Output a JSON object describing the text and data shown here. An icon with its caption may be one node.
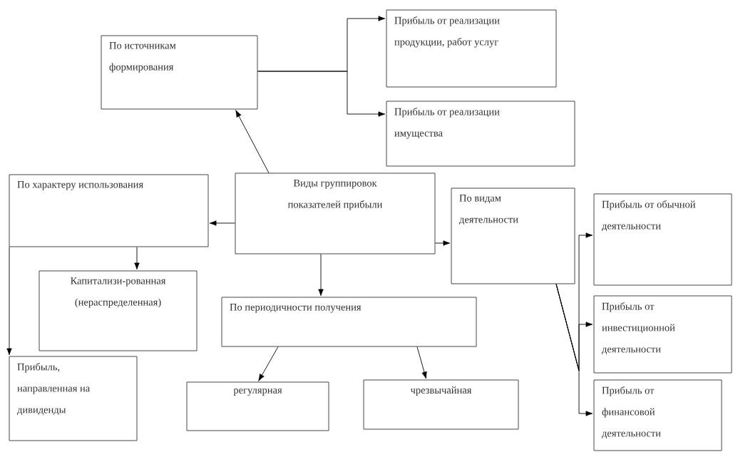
{
  "diagram": {
    "nodes": [
      {
        "text": [
          "Виды группировок показателей прибыли"
        ]
      },
      {
        "text": [
          "По источникам формирования"
        ]
      },
      {
        "text": [
          "Прибыль от реализации продукции, работ услуг"
        ]
      },
      {
        "text": [
          "Прибыль от реализации имущества"
        ]
      },
      {
        "text": [
          "По характеру использования"
        ]
      },
      {
        "text": [
          "Капитализи-рованная (нераспределенная)"
        ]
      },
      {
        "text": [
          "Прибыль, направленная на дивиденды"
        ]
      },
      {
        "text": [
          "По периодичности получения"
        ]
      },
      {
        "text": [
          "регулярная"
        ]
      },
      {
        "text": [
          "чрезвычайная"
        ]
      },
      {
        "text": [
          "По видам деятельности"
        ]
      },
      {
        "text": [
          "Прибыль от обычной деятельности"
        ]
      },
      {
        "text": [
          "Прибыль от инвестиционной деятельности"
        ]
      },
      {
        "text": [
          "Прибыль от финансовой деятельности"
        ]
      }
    ],
    "edges": [
      {
        "from": 0,
        "to": 1,
        "arrow": "to"
      },
      {
        "from": 1,
        "to": 2,
        "arrow": "to"
      },
      {
        "from": 1,
        "to": 3,
        "arrow": "to"
      },
      {
        "from": 0,
        "to": 4,
        "arrow": "to"
      },
      {
        "from": 4,
        "to": 5,
        "arrow": "to"
      },
      {
        "from": 4,
        "to": 6,
        "arrow": "to"
      },
      {
        "from": 0,
        "to": 7,
        "arrow": "to"
      },
      {
        "from": 7,
        "to": 8,
        "arrow": "to"
      },
      {
        "from": 7,
        "to": 9,
        "arrow": "to"
      },
      {
        "from": 0,
        "to": 10,
        "arrow": "to"
      },
      {
        "from": 10,
        "to": 11,
        "arrow": "to"
      },
      {
        "from": 10,
        "to": 12,
        "arrow": "to"
      },
      {
        "from": 10,
        "to": 13,
        "arrow": "to"
      }
    ]
  }
}
